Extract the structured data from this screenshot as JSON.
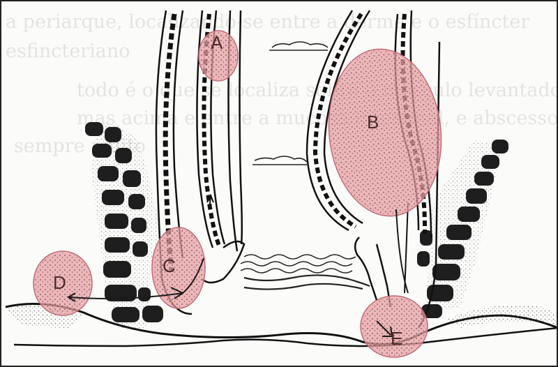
{
  "colors": {
    "highlight_fill": "#e8a0a4",
    "highlight_stroke": "#c06a72",
    "ink": "#1a1a1a",
    "label": "#4a2a2a"
  },
  "ghost_text": [
    "a periarque, localizando-se entre a derme e o esfíncter",
    "esfincteriano",
    "todo é o que se localiza sobre o músculo levantador do",
    "mas acima e entre a mucosa intestinal, e abscessos",
    "sempre muito"
  ],
  "labels": {
    "a": "A",
    "b": "B",
    "c": "C",
    "d": "D",
    "e": "E"
  }
}
